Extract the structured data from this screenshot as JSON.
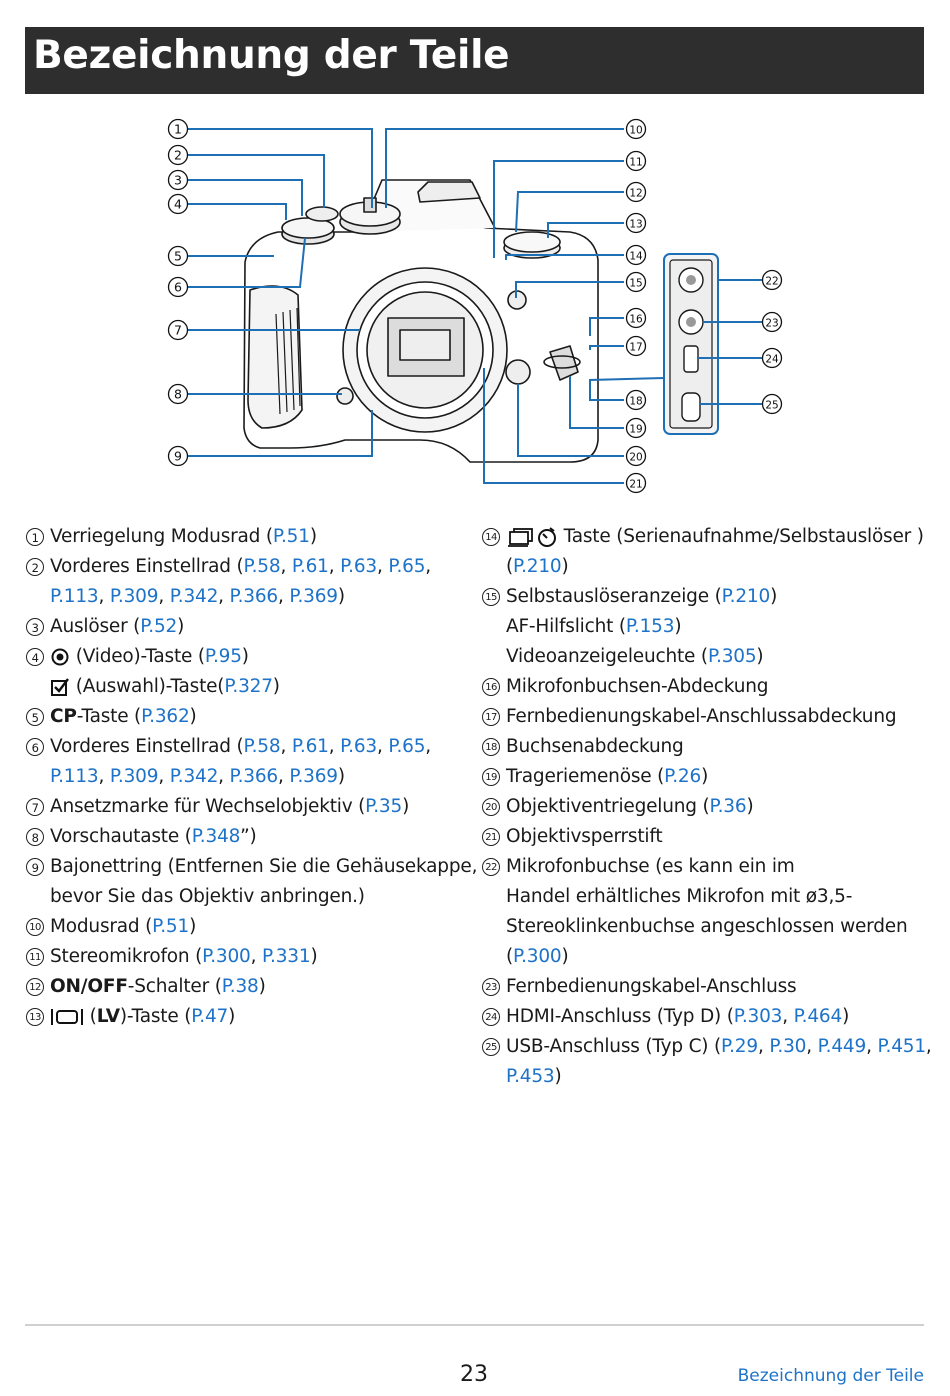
{
  "header": {
    "title": "Bezeichnung der Teile"
  },
  "diagram": {
    "callouts": [
      "1",
      "2",
      "3",
      "4",
      "5",
      "6",
      "7",
      "8",
      "9",
      "10",
      "11",
      "12",
      "13",
      "14",
      "15",
      "16",
      "17",
      "18",
      "19",
      "20",
      "21",
      "22",
      "23",
      "24",
      "25"
    ]
  },
  "items": {
    "i1": {
      "num": "1",
      "text": "Verriegelung Modusrad (",
      "refs": [
        "P.51"
      ],
      "end": ")"
    },
    "i2": {
      "num": "2",
      "text": "Vorderes Einstellrad (",
      "refs1": [
        "P.58",
        "P.61",
        "P.63",
        "P.65"
      ],
      "refs2": [
        "P.113",
        "P.309",
        "P.342",
        "P.366",
        "P.369"
      ],
      "end": ")"
    },
    "i3": {
      "num": "3",
      "text": "Auslöser (",
      "refs": [
        "P.52"
      ],
      "end": ")"
    },
    "i4": {
      "num": "4",
      "text": "(Video)-Taste (",
      "refs": [
        "P.95"
      ],
      "end": ")",
      "sub_text": "(Auswahl)-Taste(",
      "sub_refs": [
        "P.327"
      ],
      "sub_end": ")"
    },
    "i5": {
      "num": "5",
      "bold": "CP",
      "text": "-Taste (",
      "refs": [
        "P.362"
      ],
      "end": ")"
    },
    "i6": {
      "num": "6",
      "text": "Vorderes Einstellrad (",
      "refs1": [
        "P.58",
        "P.61",
        "P.63",
        "P.65"
      ],
      "refs2": [
        "P.113",
        "P.309",
        "P.342",
        "P.366",
        "P.369"
      ],
      "end": ")"
    },
    "i7": {
      "num": "7",
      "text": "Ansetzmarke für Wechselobjektiv (",
      "refs": [
        "P.35"
      ],
      "end": ")"
    },
    "i8": {
      "num": "8",
      "text": "Vorschautaste (",
      "refs": [
        "P.348"
      ],
      "end": "”)"
    },
    "i9": {
      "num": "9",
      "text": "Bajonettring (Entfernen Sie die Gehäusekappe,",
      "text2": "bevor Sie das Objektiv anbringen.)"
    },
    "i10": {
      "num": "10",
      "text": "Modusrad (",
      "refs": [
        "P.51"
      ],
      "end": ")"
    },
    "i11": {
      "num": "11",
      "text": "Stereomikrofon (",
      "refs": [
        "P.300",
        "P.331"
      ],
      "end": ")"
    },
    "i12": {
      "num": "12",
      "bold": "ON/OFF",
      "text": "-Schalter (",
      "refs": [
        "P.38"
      ],
      "end": ")"
    },
    "i13": {
      "num": "13",
      "text": " (",
      "bold": "LV",
      "text_after": ")-Taste (",
      "refs": [
        "P.47"
      ],
      "end": ")"
    },
    "i14": {
      "num": "14",
      "text": " Taste (Serienaufnahme/Selbstauslöser )",
      "line2_prefix": "(",
      "refs": [
        "P.210"
      ],
      "end": ")"
    },
    "i15": {
      "num": "15",
      "text": "Selbstauslöseranzeige (",
      "refs": [
        "P.210"
      ],
      "end": ")",
      "line2": "AF-Hilfslicht (",
      "refs2": [
        "P.153"
      ],
      "line3": "Videoanzeigeleuchte (",
      "refs3": [
        "P.305"
      ]
    },
    "i16": {
      "num": "16",
      "text": "Mikrofonbuchsen-Abdeckung"
    },
    "i17": {
      "num": "17",
      "text": "Fernbedienungskabel-Anschlussabdeckung"
    },
    "i18": {
      "num": "18",
      "text": "Buchsenabdeckung"
    },
    "i19": {
      "num": "19",
      "text": "Trageriemenöse (",
      "refs": [
        "P.26"
      ],
      "end": ")"
    },
    "i20": {
      "num": "20",
      "text": "Objektiventriegelung (",
      "refs": [
        "P.36"
      ],
      "end": ")"
    },
    "i21": {
      "num": "21",
      "text": "Objektivsperrstift"
    },
    "i22": {
      "num": "22",
      "text": "Mikrofonbuchse (es kann ein im",
      "text2": "Handel erhältliches Mikrofon mit ø3,5-",
      "text3": "Stereoklinkenbuchse angeschlossen werden",
      "line4_prefix": "(",
      "refs": [
        "P.300"
      ],
      "end": ")"
    },
    "i23": {
      "num": "23",
      "text": "Fernbedienungskabel-Anschluss"
    },
    "i24": {
      "num": "24",
      "text": "HDMI-Anschluss (Typ D) (",
      "refs": [
        "P.303",
        "P.464"
      ],
      "end": ")"
    },
    "i25": {
      "num": "25",
      "text": "USB-Anschluss (Typ C) (",
      "refs1": [
        "P.29",
        "P.30",
        "P.449",
        "P.451"
      ],
      "refs2": [
        "P.453"
      ],
      "end": ")"
    }
  },
  "footer": {
    "page_number": "23",
    "section_title": "Bezeichnung der Teile"
  },
  "colors": {
    "link": "#1e73c8",
    "title_bar": "#2e2e2e",
    "callout_line": "#1f6fb5"
  }
}
